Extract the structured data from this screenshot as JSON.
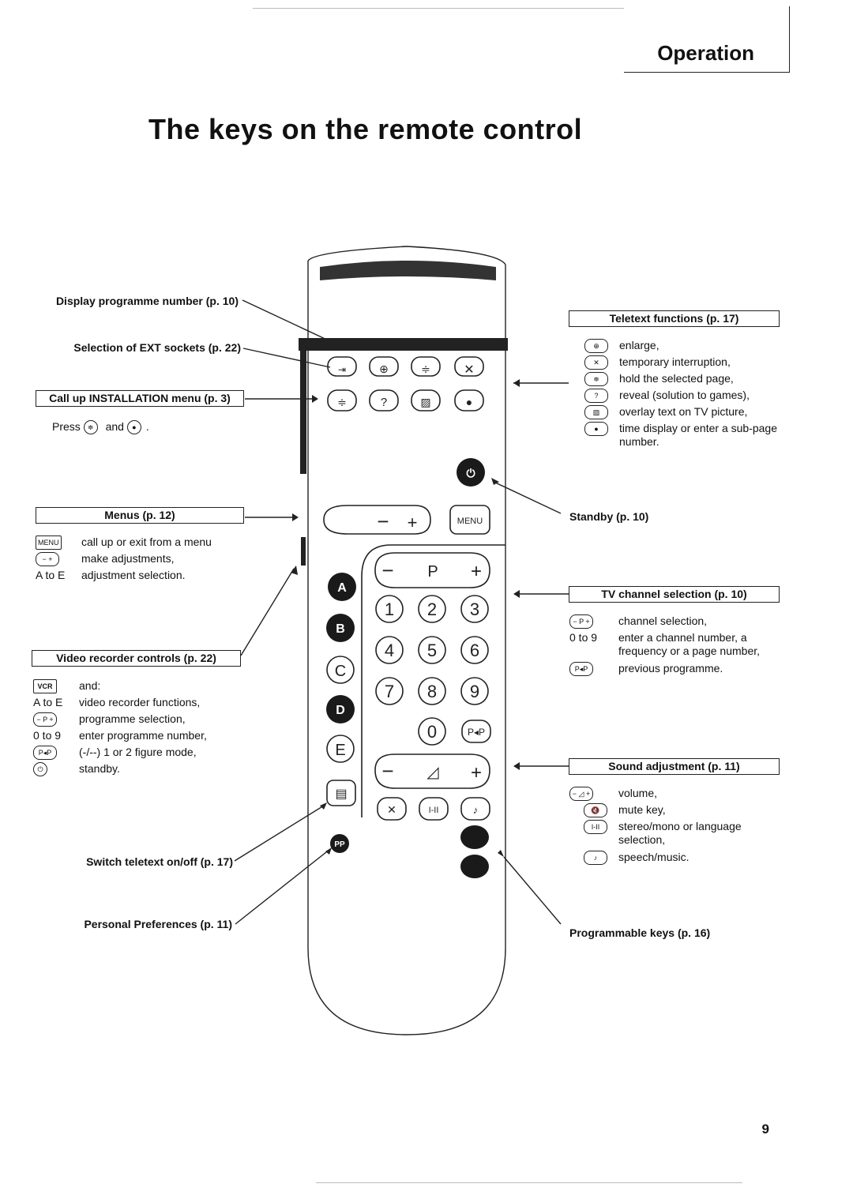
{
  "header": {
    "section": "Operation",
    "title": "The keys on the remote control"
  },
  "left_labels": {
    "display_prog": "Display programme number (p. 10)",
    "ext_sockets": "Selection of EXT sockets (p. 22)",
    "switch_teletext": "Switch teletext on/off (p. 17)",
    "personal_prefs": "Personal Preferences (p. 11)"
  },
  "install_box": {
    "title": "Call up INSTALLATION menu (p. 3)",
    "text_a": "Press",
    "text_b": "and"
  },
  "menus_box": {
    "title": "Menus (p. 12)",
    "items": [
      {
        "key": "MENU",
        "text": "call up or exit from a menu"
      },
      {
        "key": "−  +",
        "text": "make adjustments,"
      },
      {
        "key": "A to E",
        "text": "adjustment selection."
      }
    ]
  },
  "video_box": {
    "title": "Video recorder controls (p. 22)",
    "items": [
      {
        "key": "VCR",
        "text": "and:"
      },
      {
        "key": "A to E",
        "text": "video recorder functions,"
      },
      {
        "key": "− P +",
        "text": "programme selection,"
      },
      {
        "key": "0 to 9",
        "text": "enter programme number,"
      },
      {
        "key": "P◂P",
        "text": "(-/--) 1 or 2 figure mode,"
      },
      {
        "key": "⏻",
        "text": "standby."
      }
    ]
  },
  "teletext_box": {
    "title": "Teletext functions (p. 17)",
    "items": [
      {
        "key": "⊕",
        "text": "enlarge,"
      },
      {
        "key": "✕",
        "text": "temporary interruption,"
      },
      {
        "key": "≑",
        "text": "hold the selected page,"
      },
      {
        "key": "?",
        "text": "reveal (solution to games),"
      },
      {
        "key": "▨",
        "text": "overlay text on TV picture,"
      },
      {
        "key": "●",
        "text": "time display or enter a sub-page number."
      }
    ]
  },
  "standby_label": "Standby (p. 10)",
  "tv_box": {
    "title": "TV channel selection (p. 10)",
    "items": [
      {
        "key": "− P +",
        "text": "channel selection,"
      },
      {
        "key": "0 to 9",
        "text": "enter a channel number, a frequency or a page number,"
      },
      {
        "key": "P◂P",
        "text": "previous programme."
      }
    ]
  },
  "sound_box": {
    "title": "Sound adjustment (p. 11)",
    "items": [
      {
        "key": "− ◿ +",
        "text": "volume,"
      },
      {
        "key": "🔇",
        "text": "mute key,"
      },
      {
        "key": "I-II",
        "text": "stereo/mono or language selection,"
      },
      {
        "key": "♪",
        "text": "speech/music."
      }
    ]
  },
  "programmable_label": "Programmable keys (p. 16)",
  "remote": {
    "menu": "MENU",
    "p": "P",
    "pp": "P◂P",
    "ppp": "PP",
    "digits": [
      "1",
      "2",
      "3",
      "4",
      "5",
      "6",
      "7",
      "8",
      "9",
      "0"
    ],
    "letters": [
      "A",
      "B",
      "C",
      "D",
      "E"
    ],
    "dual": "I-II"
  },
  "page_number": "9"
}
